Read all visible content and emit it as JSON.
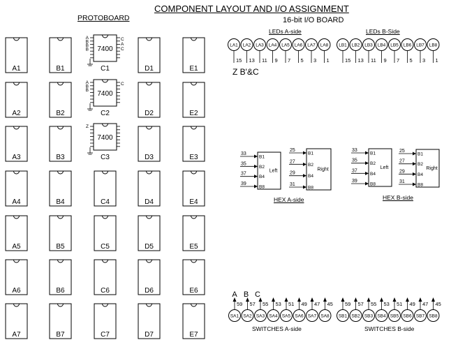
{
  "title": "COMPONENT LAYOUT AND I/O ASSIGNMENT",
  "protoboard": {
    "label": "PROTOBOARD",
    "columns": [
      "A",
      "B",
      "C",
      "D",
      "E"
    ],
    "rows": [
      1,
      2,
      3,
      4,
      5,
      6,
      7
    ],
    "chips": [
      {
        "slot": "C1",
        "part": "7400",
        "left_pins": [
          "A",
          "B",
          "B",
          "B"
        ],
        "right_pins": [
          "C",
          "A",
          "C"
        ]
      },
      {
        "slot": "C2",
        "part": "7400",
        "left_pins": [
          "A",
          "B",
          "B"
        ],
        "right_pins": [
          "C"
        ]
      },
      {
        "slot": "C3",
        "part": "7400",
        "left_pins": [
          "Z"
        ],
        "right_pins": []
      }
    ]
  },
  "io_board": {
    "label": "16-bit I/O BOARD",
    "leds_a": {
      "label": "LEDs A-side",
      "names": [
        "LA1",
        "LA2",
        "LA3",
        "LA4",
        "LA5",
        "LA6",
        "LA7",
        "LA8"
      ],
      "pins": [
        "15",
        "13",
        "11",
        "9",
        "7",
        "5",
        "3",
        "1"
      ]
    },
    "leds_b": {
      "label": "LEDs B-Side",
      "names": [
        "LB1",
        "LB2",
        "LB3",
        "LB4",
        "LB5",
        "LB6",
        "LB7",
        "LB8"
      ],
      "pins": [
        "15",
        "13",
        "11",
        "9",
        "7",
        "5",
        "3",
        "1"
      ]
    },
    "led_note": "Z B'&C",
    "hex_a": {
      "label": "HEX A-side",
      "left": {
        "name": "Left",
        "inputs": [
          "B1",
          "B2",
          "B4",
          "B8"
        ],
        "pins": [
          "33",
          "35",
          "37",
          "39"
        ]
      },
      "right": {
        "name": "Right",
        "inputs": [
          "B1",
          "B2",
          "B4",
          "B8"
        ],
        "pins": [
          "25",
          "27",
          "29",
          "31"
        ]
      }
    },
    "hex_b": {
      "label": "HEX B-side",
      "left": {
        "name": "Left",
        "inputs": [
          "B1",
          "B2",
          "B4",
          "B8"
        ],
        "pins": [
          "33",
          "35",
          "37",
          "39"
        ]
      },
      "right": {
        "name": "Right",
        "inputs": [
          "B1",
          "B2",
          "B4",
          "B8"
        ],
        "pins": [
          "25",
          "27",
          "29",
          "31"
        ]
      }
    },
    "switches_a": {
      "label": "SWITCHES A-side",
      "names": [
        "SA1",
        "SA2",
        "SA3",
        "SA4",
        "SA5",
        "SA6",
        "SA7",
        "SA8"
      ],
      "pins": [
        "59",
        "57",
        "55",
        "53",
        "51",
        "49",
        "47",
        "45"
      ],
      "inputs": [
        "A",
        "B",
        "C"
      ]
    },
    "switches_b": {
      "label": "SWITCHES B-side",
      "names": [
        "SB1",
        "SB2",
        "SB3",
        "SB4",
        "SB5",
        "SB6",
        "SB7",
        "SB8"
      ],
      "pins": [
        "59",
        "57",
        "55",
        "53",
        "51",
        "49",
        "47",
        "45"
      ]
    }
  }
}
